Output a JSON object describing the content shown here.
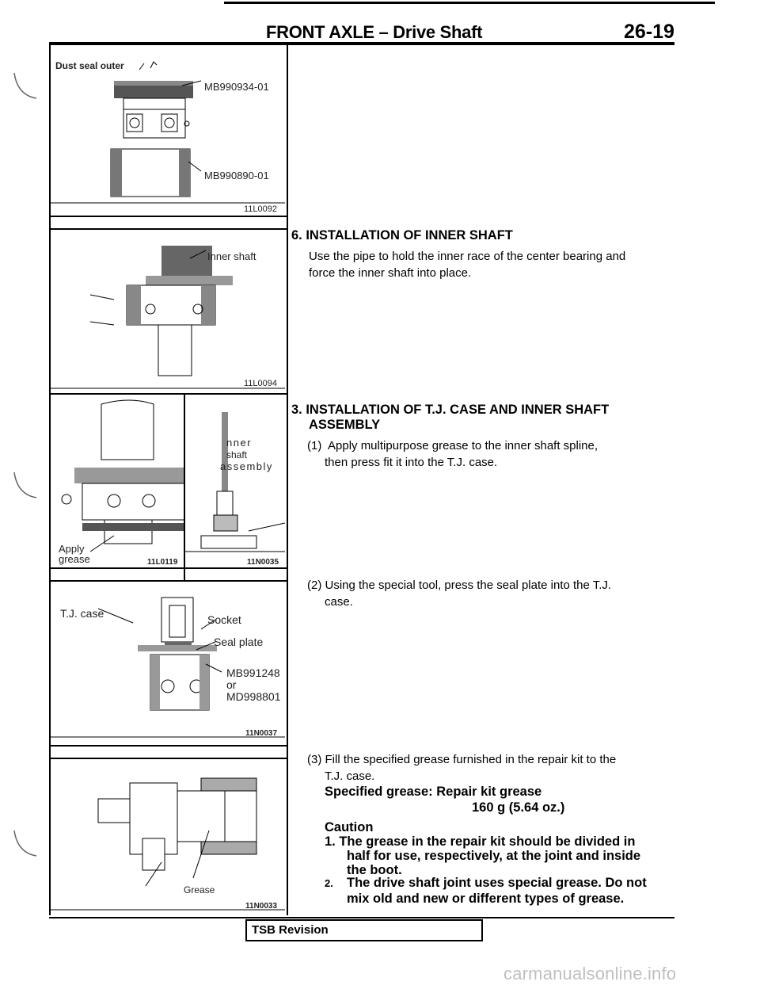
{
  "header": {
    "title": "FRONT AXLE – Drive Shaft",
    "page_number": "26-19"
  },
  "figures": {
    "fig1": {
      "label_dust_seal": "Dust seal outer",
      "tool_top": "MB990934-01",
      "tool_bottom": "MB990890-01",
      "code": "11L0092"
    },
    "fig2": {
      "label_inner_shaft": "Inner shaft",
      "code": "11L0094"
    },
    "fig3a": {
      "label_apply": "Apply",
      "label_grease": "grease",
      "code": "11L0119"
    },
    "fig3b": {
      "label_line1": "nner",
      "label_line2": "shaft",
      "label_line3": "assembly",
      "code": "11N0035"
    },
    "fig4": {
      "label_case": "T.J. case",
      "label_socket": "Socket",
      "label_seal_plate": "Seal plate",
      "tool_1": "MB991248",
      "tool_or": "or",
      "tool_2": "MD998801",
      "code": "11N0037"
    },
    "fig5": {
      "label_grease": "Grease",
      "code": "11N0033"
    }
  },
  "steps": {
    "s6_title": "6. INSTALLATION OF INNER SHAFT",
    "s6_line1": "Use the pipe to hold the inner race of the center bearing and",
    "s6_line2": "force  the  inner  shaft  into  place.",
    "s3_title_l1": "3.  INSTALLATION  OF  T.J.  CASE  AND  INNER  SHAFT",
    "s3_title_l2": "ASSEMBLY",
    "s3_1_num": "(1)",
    "s3_1_l1": "Apply multipurpose grease to the inner shaft spline,",
    "s3_1_l2": "then  press  fit  it  into  the  T.J.  case.",
    "s3_2_l1": "(2)  Using the special tool, press the seal plate into the T.J.",
    "s3_2_l2": "case.",
    "s3_3_l1": "(3)  Fill the specified grease furnished in the repair kit to the",
    "s3_3_l2": "T.J.  case.",
    "spec_l1": "Specified grease: Repair kit grease",
    "spec_l2": "160 g (5.64 oz.)",
    "caution": "Caution",
    "c1_l1": "1. The grease in the repair kit should be divided in",
    "c1_l2": "half for use, respectively, at the joint and inside",
    "c1_l3": "the boot.",
    "c2_num": "2.",
    "c2_l1": "The drive shaft joint uses special grease. Do not",
    "c2_l2": "mix old and new or different types of grease."
  },
  "footer": {
    "label": "TSB Revision"
  },
  "watermark": "carmanualsonline.info"
}
